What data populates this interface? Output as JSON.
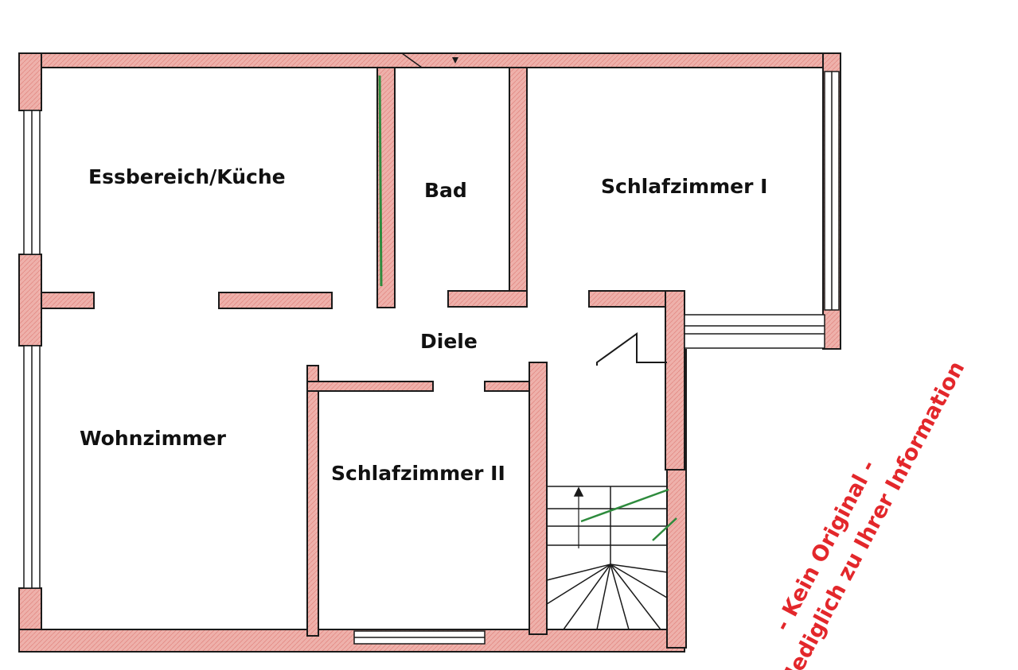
{
  "rooms": {
    "kitchen": "Essbereich/Küche",
    "bath": "Bad",
    "bedroom1": "Schlafzimmer I",
    "hall": "Diele",
    "living": "Wohnzimmer",
    "bedroom2": "Schlafzimmer II"
  },
  "watermark": {
    "line1": "- Kein Original -",
    "line2": "lediglich zu Ihrer Information"
  },
  "colors": {
    "wall_fill": "#ecaaa5",
    "wall_accent": "#d9605a",
    "outline": "#1a1a1a",
    "glass_line": "#2e8b3d",
    "watermark": "#e3272b"
  }
}
